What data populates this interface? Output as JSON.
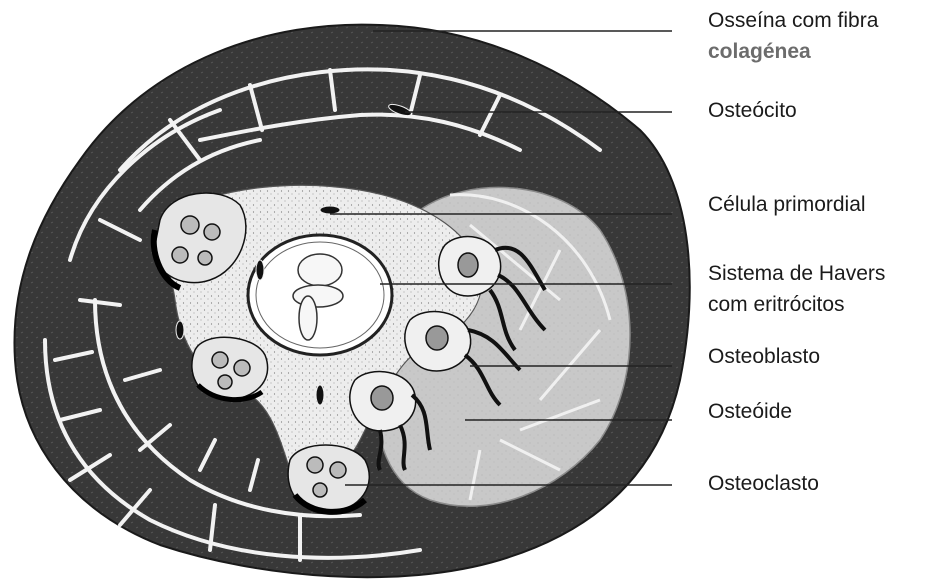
{
  "diagram": {
    "labels": {
      "osseina_line1": "Osseína com fibra",
      "osseina_line2": "colagénea",
      "osteocito": "Osteócito",
      "celula_primordial": "Célula primordial",
      "havers_line1": "Sistema de Havers",
      "havers_line2": "com eritrócitos",
      "osteoblasto": "Osteoblasto",
      "osteoide": "Osteóide",
      "osteoclasto": "Osteoclasto"
    },
    "colors": {
      "bone_matrix": "#3a3a3a",
      "lamella_lines": "#f4f4f4",
      "osteoid": "#c9c9c9",
      "canal_tissue": "#ececec",
      "label_text": "#1b1b1b",
      "gray_label_text": "#6c6c6c",
      "leader_line": "#222222"
    }
  }
}
